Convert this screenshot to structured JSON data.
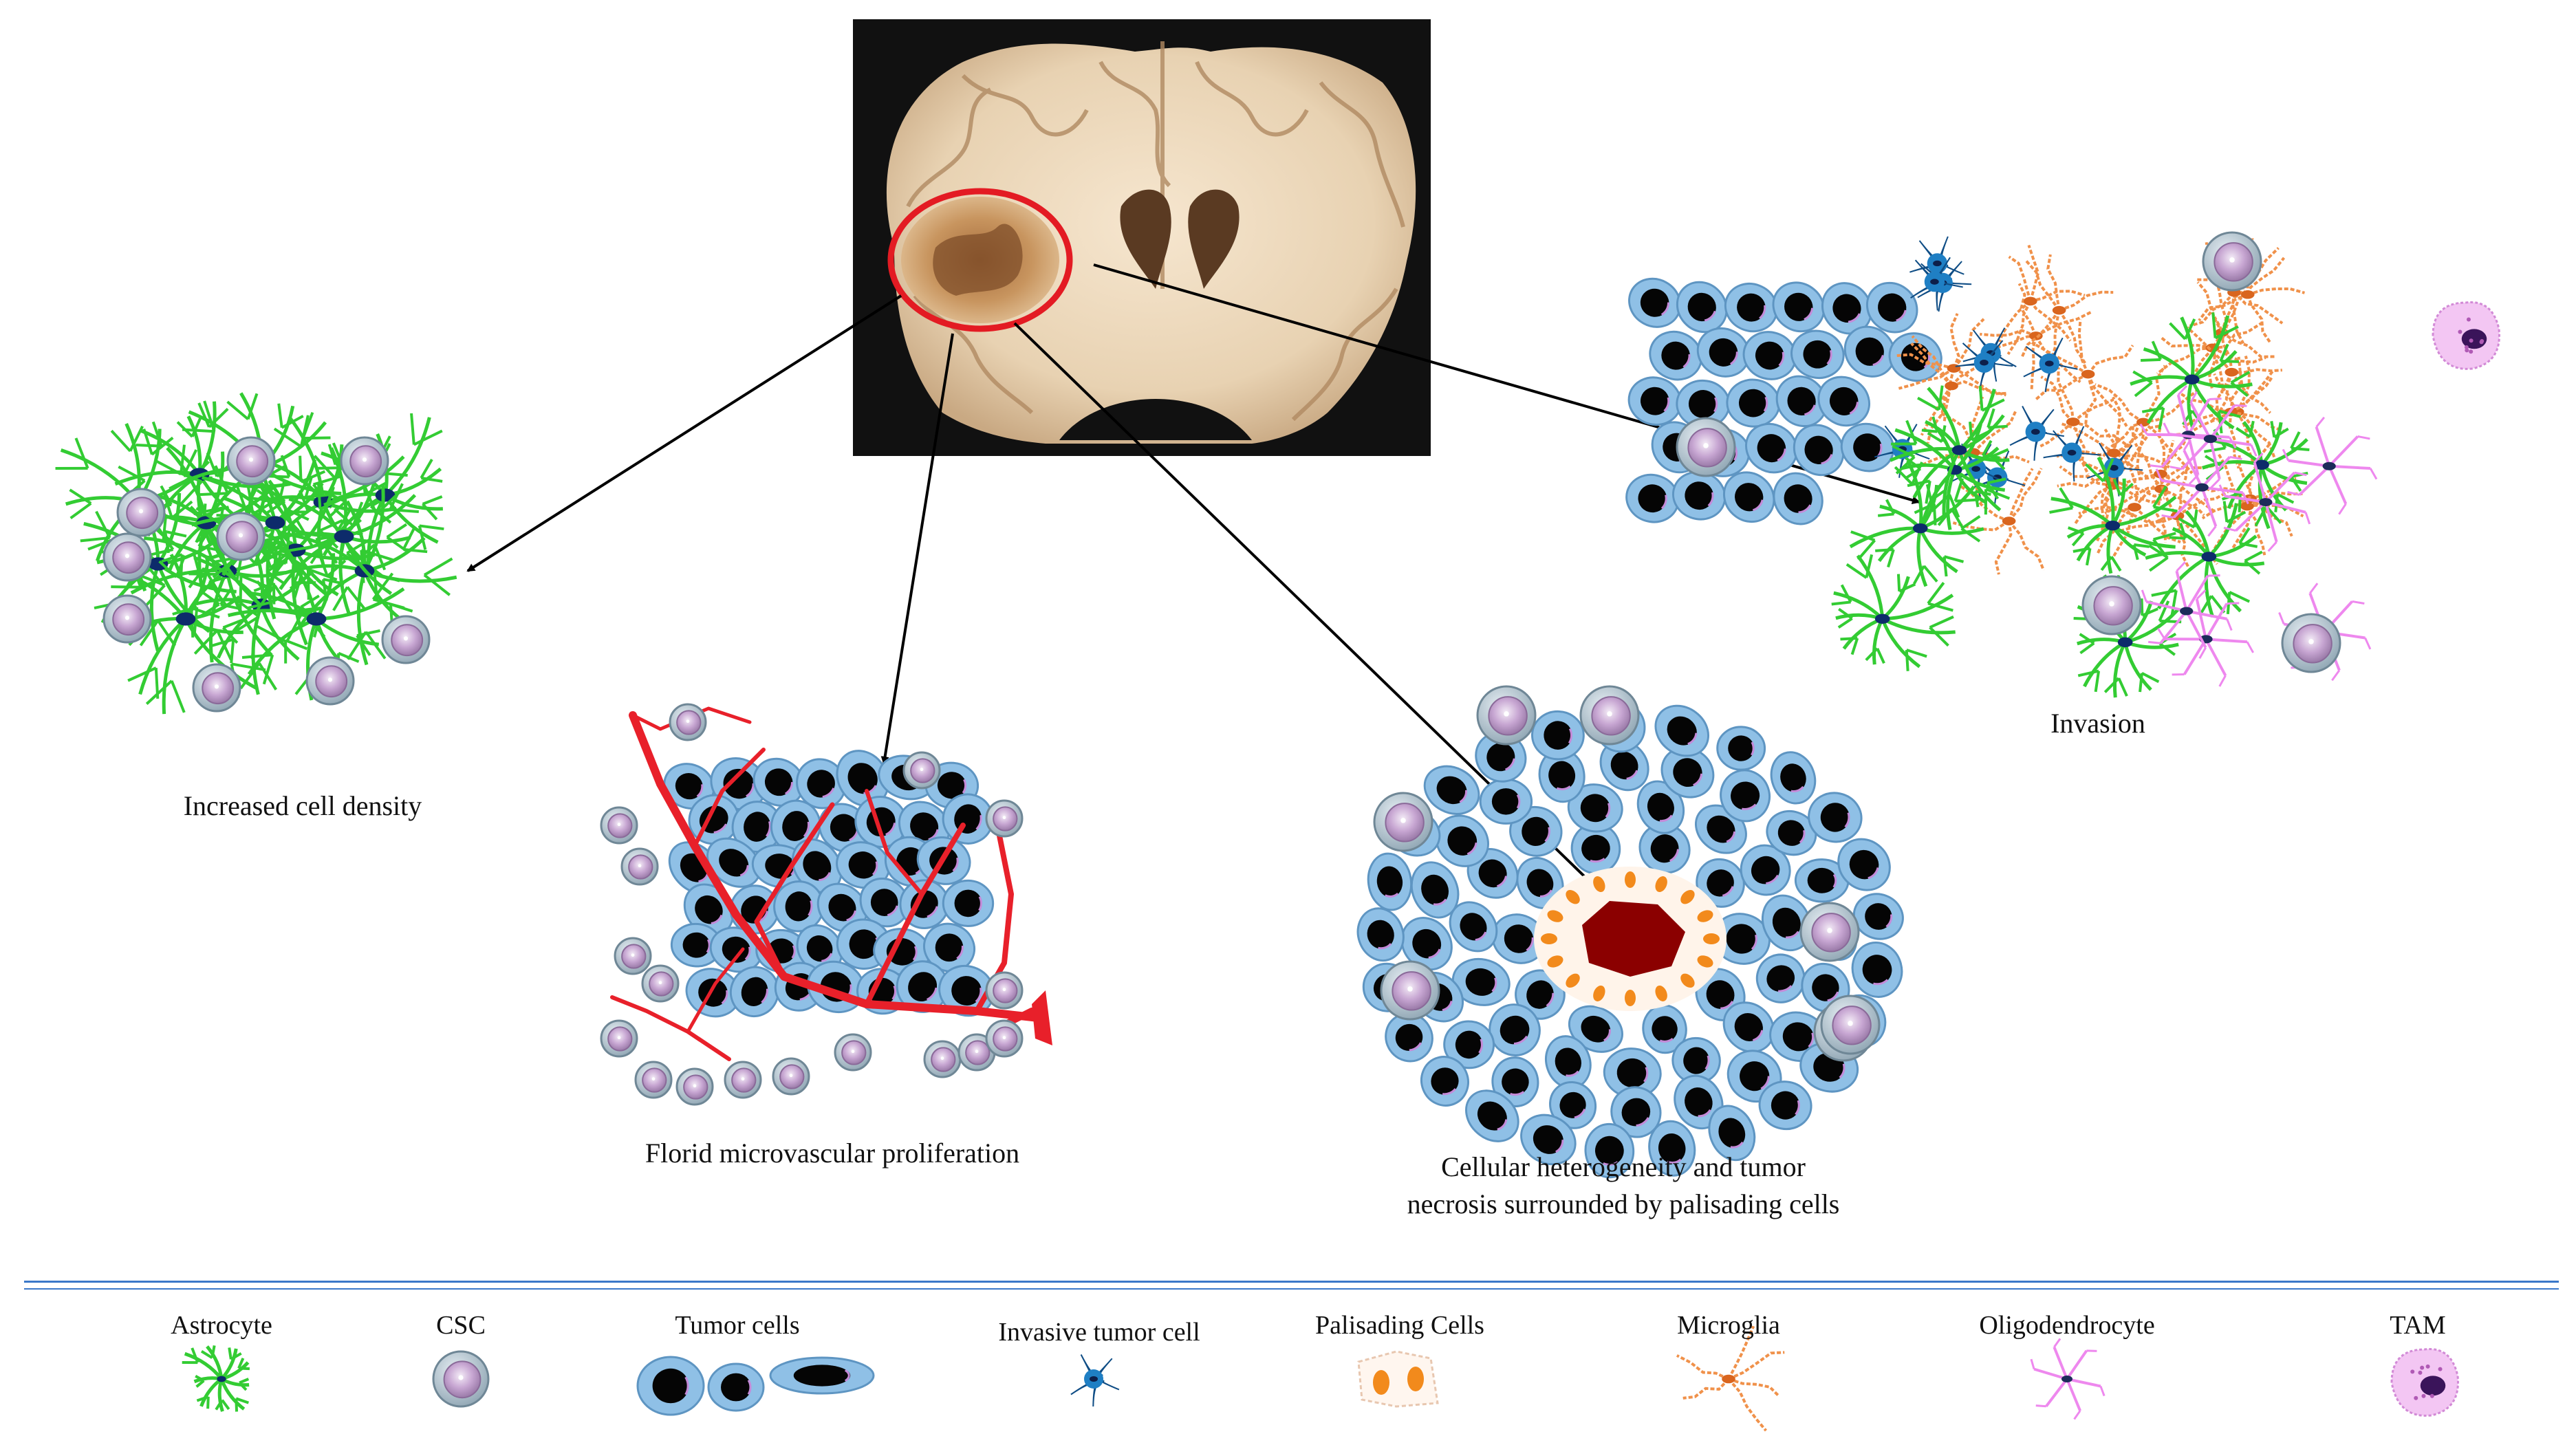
{
  "panels": {
    "density": {
      "label": "Increased cell density"
    },
    "microvascular": {
      "label": "Florid microvascular proliferation"
    },
    "heterogeneity": {
      "label_line1": "Cellular heterogeneity and tumor",
      "label_line2": "necrosis surrounded by palisading cells"
    },
    "invasion": {
      "label": "Invasion"
    }
  },
  "legend": {
    "items": [
      {
        "key": "astrocyte",
        "label": "Astrocyte",
        "icon": "astrocyte-icon"
      },
      {
        "key": "csc",
        "label": "CSC",
        "icon": "csc-icon"
      },
      {
        "key": "tumor",
        "label": "Tumor cells",
        "icon": "tumor-cells-icon"
      },
      {
        "key": "invasive",
        "label": "Invasive tumor cell",
        "icon": "invasive-tumor-cell-icon"
      },
      {
        "key": "palisading",
        "label": "Palisading Cells",
        "icon": "palisading-cells-icon"
      },
      {
        "key": "microglia",
        "label": "Microglia",
        "icon": "microglia-icon"
      },
      {
        "key": "oligo",
        "label": "Oligodendrocyte",
        "icon": "oligodendrocyte-icon"
      },
      {
        "key": "tam",
        "label": "TAM",
        "icon": "tam-icon"
      }
    ]
  },
  "colors": {
    "astrocyte": "#33cc33",
    "tumor_fill": "#8fc0e6",
    "nucleus": "#050505",
    "invasive": "#1f7fc4",
    "microglia": "#f0914a",
    "oligodendrocyte": "#ee88ee",
    "tam": "#f3c6f3",
    "vessel": "#e8202a",
    "necrosis": "#8b0000",
    "highlight_ring": "#e31b23",
    "divider": "#3a78c9"
  }
}
